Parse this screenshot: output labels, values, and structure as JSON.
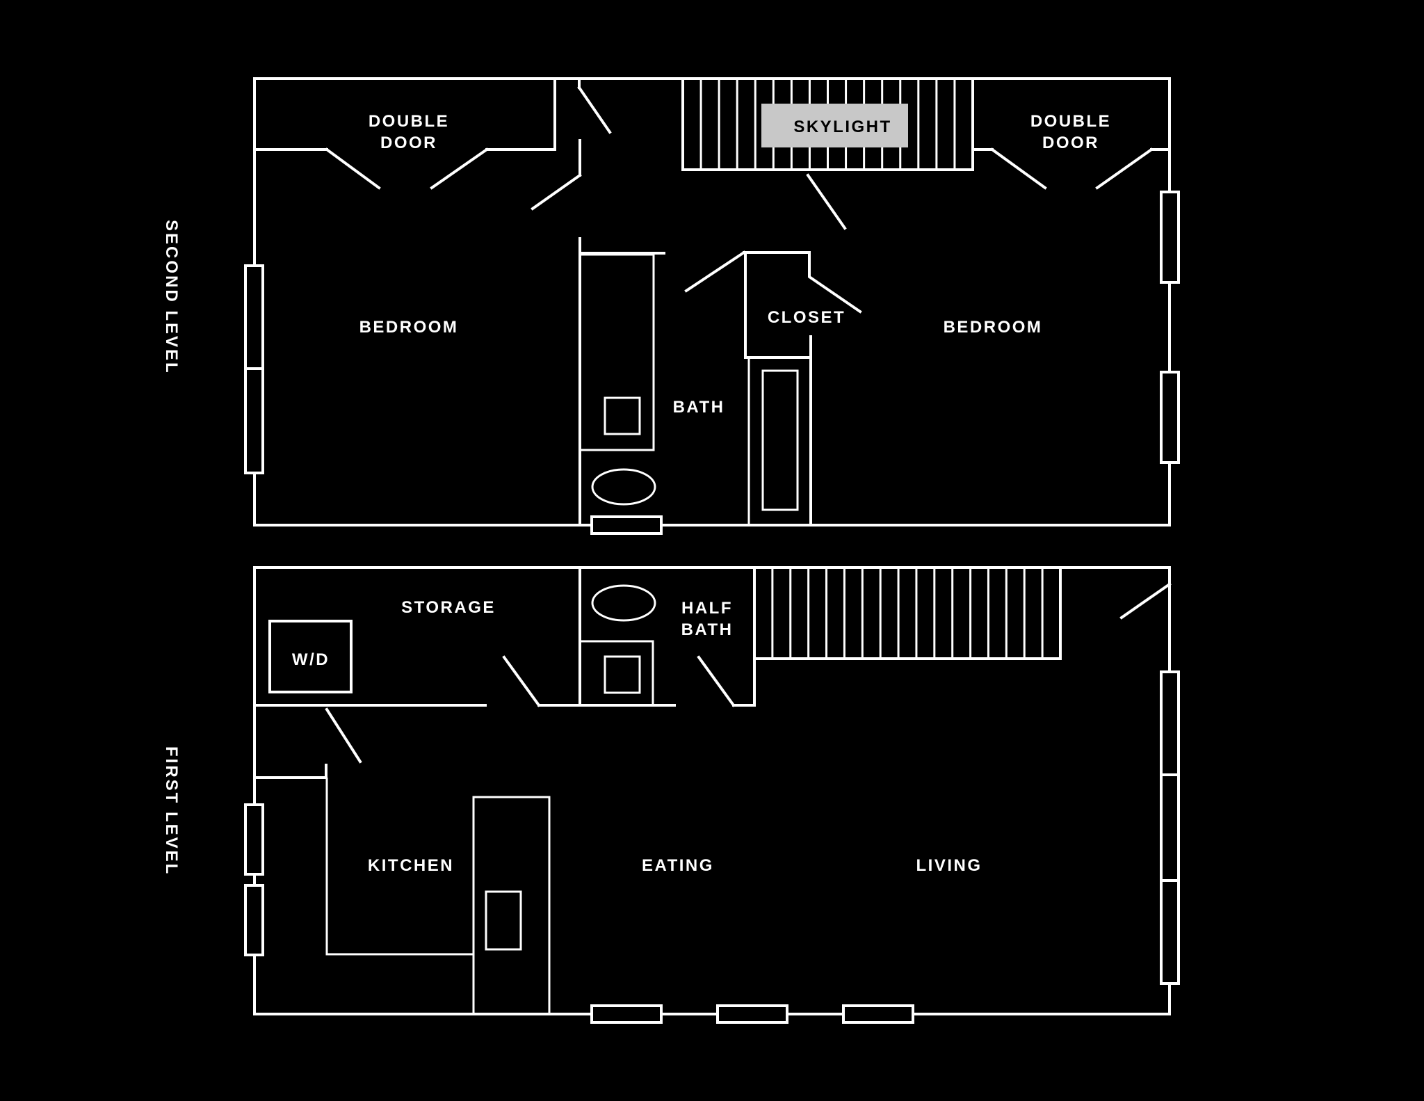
{
  "levels": {
    "second": "SECOND LEVEL",
    "first": "FIRST LEVEL"
  },
  "second_level": {
    "double_door_left": [
      "DOUBLE",
      "DOOR"
    ],
    "double_door_right": [
      "DOUBLE",
      "DOOR"
    ],
    "skylight": "SKYLIGHT",
    "bedroom_left": "BEDROOM",
    "bedroom_right": "BEDROOM",
    "closet": "CLOSET",
    "bath": "BATH"
  },
  "first_level": {
    "storage": "STORAGE",
    "wd": "W/D",
    "half_bath": [
      "HALF",
      "BATH"
    ],
    "kitchen": "KITCHEN",
    "eating": "EATING",
    "living": "LIVING"
  },
  "colors": {
    "background": "#000000",
    "lines": "#ffffff",
    "skylight_fill": "#c8c8c8"
  }
}
